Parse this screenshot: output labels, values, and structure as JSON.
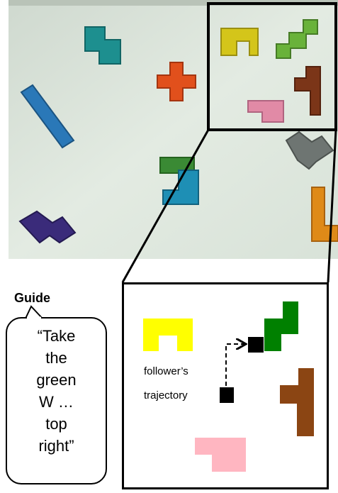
{
  "guide": {
    "title": "Guide",
    "speech_lines": [
      "“Take",
      "the",
      "green",
      "W …",
      "top",
      "right”"
    ]
  },
  "zoom": {
    "trajectory_label_line1": "follower’s",
    "trajectory_label_line2": "trajectory"
  },
  "colors": {
    "board": "#dfe8df",
    "yellow": "#ffff00",
    "green": "#008000",
    "brown": "#8b4513",
    "pink": "#ffb6c1",
    "follower": "#000000"
  }
}
